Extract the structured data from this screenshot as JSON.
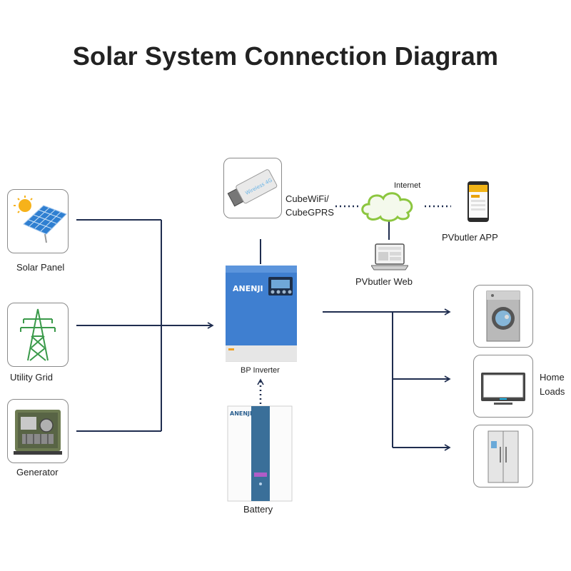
{
  "title": "Solar System Connection Diagram",
  "sources": [
    {
      "label": "Solar Panel",
      "icon": "solar-panel-icon"
    },
    {
      "label": "Utility Grid",
      "icon": "power-tower-icon"
    },
    {
      "label": "Generator",
      "icon": "generator-icon"
    }
  ],
  "communication": {
    "module_label": "CubeWiFi/\nCubeGPRS",
    "module_line1": "CubeWiFi/",
    "module_line2": "CubeGPRS",
    "module_print": "Wireless 4G",
    "internet_label": "Internet",
    "web_label": "PVbutler Web",
    "app_label": "PVbutler APP"
  },
  "inverter": {
    "label": "BP Inverter",
    "brand": "ANENJI"
  },
  "battery": {
    "label": "Battery",
    "brand": "ANENJI"
  },
  "loads": {
    "label_line1": "Home",
    "label_line2": "Loads",
    "items": [
      "washing-machine-icon",
      "television-icon",
      "refrigerator-icon"
    ]
  },
  "colors": {
    "line": "#1f2d4f",
    "inverter_blue": "#3f7fd0",
    "battery_blue": "#3a6f99",
    "cloud_green": "#8cc63f"
  }
}
